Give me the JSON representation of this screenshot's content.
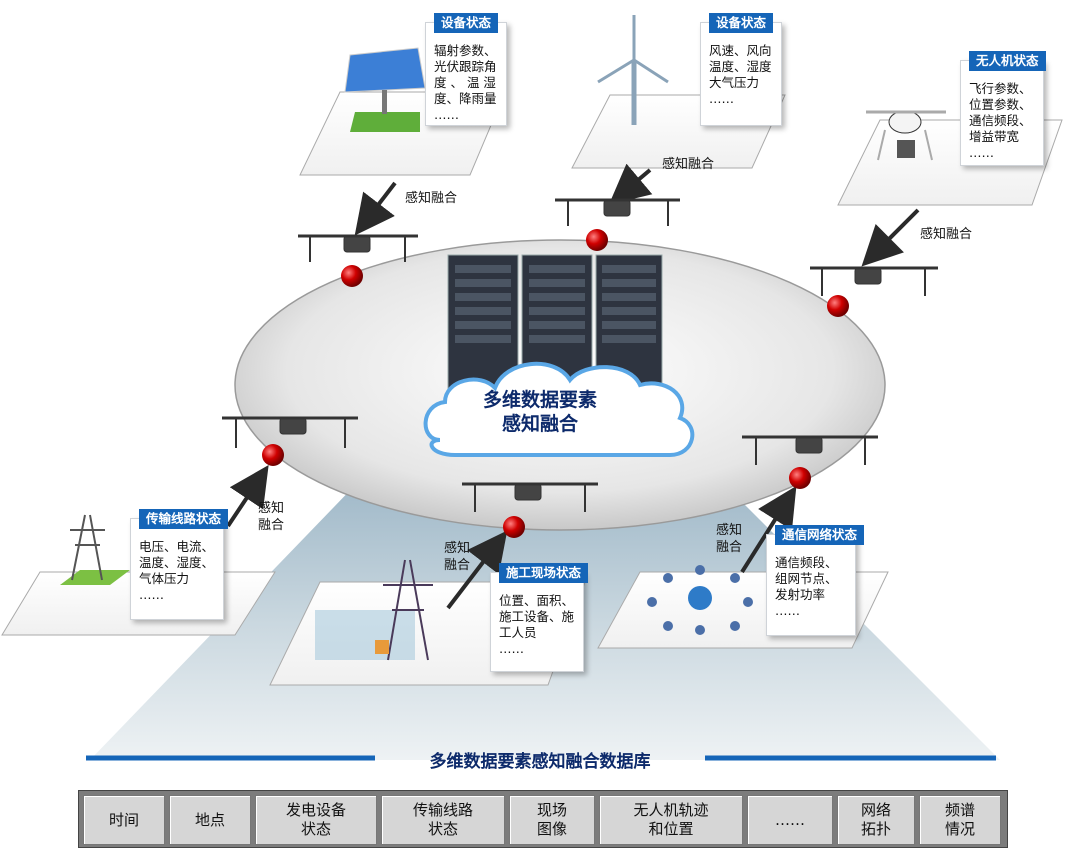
{
  "colors": {
    "accent": "#1565b8",
    "title": "#0d2a6b",
    "node": "#c00000"
  },
  "hub": {
    "line1": "多维数据要素",
    "line2": "感知融合"
  },
  "cards": {
    "pv": {
      "title": "设备状态",
      "lines": [
        "辐射参数、",
        "光伏跟踪角",
        "度 、 温 湿",
        "度、降雨量",
        "……"
      ]
    },
    "wind": {
      "title": "设备状态",
      "lines": [
        "风速、风向",
        "温度、湿度",
        "大气压力",
        "……"
      ]
    },
    "uav": {
      "title": "无人机状态",
      "lines": [
        "飞行参数、",
        "位置参数、",
        "通信频段、",
        "增益带宽",
        "……"
      ]
    },
    "line": {
      "title": "传输线路状态",
      "lines": [
        "电压、电流、",
        "温度、湿度、",
        "气体压力",
        "……"
      ]
    },
    "site": {
      "title": "施工现场状态",
      "lines": [
        "位置、面积、",
        "施工设备、施",
        "工人员",
        "……"
      ]
    },
    "net": {
      "title": "通信网络状态",
      "lines": [
        "通信频段、",
        "组网节点、",
        "发射功率",
        "……"
      ]
    }
  },
  "labels": {
    "fusion": "感知融合",
    "fusion_top": "感知",
    "fusion_bottom": "融合"
  },
  "database": {
    "title": "多维数据要素感知融合数据库",
    "cells": [
      {
        "line1": "时间",
        "line2": ""
      },
      {
        "line1": "地点",
        "line2": ""
      },
      {
        "line1": "发电设备",
        "line2": "状态"
      },
      {
        "line1": "传输线路",
        "line2": "状态"
      },
      {
        "line1": "现场",
        "line2": "图像"
      },
      {
        "line1": "无人机轨迹",
        "line2": "和位置"
      },
      {
        "line1": "……",
        "line2": ""
      },
      {
        "line1": "网络",
        "line2": "拓扑"
      },
      {
        "line1": "频谱",
        "line2": "情况"
      }
    ]
  }
}
